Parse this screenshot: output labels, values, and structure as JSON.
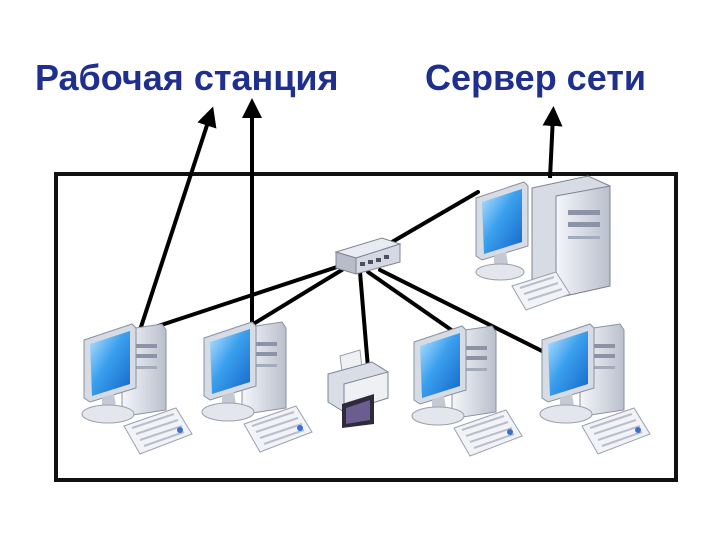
{
  "labels": {
    "workstation": "Рабочая станция",
    "server": "Сервер сети"
  },
  "nodes": [
    {
      "id": "ws1",
      "kind": "workstation",
      "icon": "desktop-computer-icon"
    },
    {
      "id": "ws2",
      "kind": "workstation",
      "icon": "desktop-computer-icon"
    },
    {
      "id": "printer",
      "kind": "printer",
      "icon": "printer-icon"
    },
    {
      "id": "ws3",
      "kind": "workstation",
      "icon": "desktop-computer-icon"
    },
    {
      "id": "ws4",
      "kind": "workstation",
      "icon": "desktop-computer-icon"
    },
    {
      "id": "server",
      "kind": "server",
      "icon": "server-tower-icon"
    },
    {
      "id": "hub",
      "kind": "hub",
      "icon": "network-hub-icon"
    }
  ],
  "edges": [
    {
      "from": "hub",
      "to": "ws1"
    },
    {
      "from": "hub",
      "to": "ws2"
    },
    {
      "from": "hub",
      "to": "printer"
    },
    {
      "from": "hub",
      "to": "ws3"
    },
    {
      "from": "hub",
      "to": "ws4"
    },
    {
      "from": "hub",
      "to": "server"
    }
  ],
  "colors": {
    "label": "#1f2f8f",
    "frame": "#111111",
    "screen": "#3aa0ee",
    "case": "#d9dde6"
  }
}
